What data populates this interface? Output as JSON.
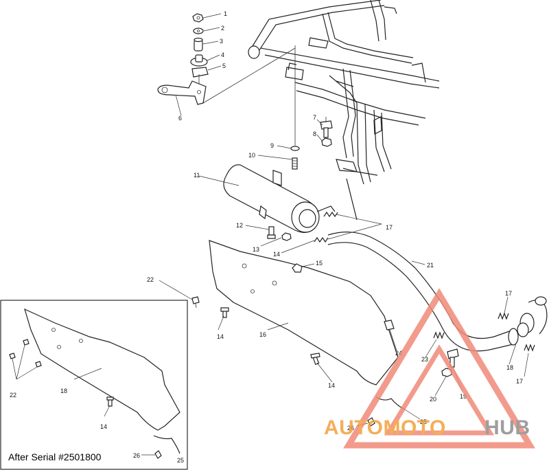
{
  "callouts": [
    {
      "id": "c1",
      "text": "1"
    },
    {
      "id": "c2",
      "text": "2"
    },
    {
      "id": "c3",
      "text": "3"
    },
    {
      "id": "c4",
      "text": "4"
    },
    {
      "id": "c5",
      "text": "5"
    },
    {
      "id": "c6",
      "text": "6"
    },
    {
      "id": "c7",
      "text": "7"
    },
    {
      "id": "c8",
      "text": "8"
    },
    {
      "id": "c9",
      "text": "9"
    },
    {
      "id": "c10",
      "text": "10"
    },
    {
      "id": "c11",
      "text": "11"
    },
    {
      "id": "c12",
      "text": "12"
    },
    {
      "id": "c13",
      "text": "13"
    },
    {
      "id": "c14a",
      "text": "14"
    },
    {
      "id": "c14b",
      "text": "14"
    },
    {
      "id": "c14c",
      "text": "14"
    },
    {
      "id": "c14d",
      "text": "14"
    },
    {
      "id": "c15",
      "text": "15"
    },
    {
      "id": "c16",
      "text": "16"
    },
    {
      "id": "c17a",
      "text": "17"
    },
    {
      "id": "c17b",
      "text": "17"
    },
    {
      "id": "c17c",
      "text": "17"
    },
    {
      "id": "c18",
      "text": "18"
    },
    {
      "id": "c18b",
      "text": "18"
    },
    {
      "id": "c19",
      "text": "19"
    },
    {
      "id": "c20",
      "text": "20"
    },
    {
      "id": "c21",
      "text": "21"
    },
    {
      "id": "c22a",
      "text": "22"
    },
    {
      "id": "c22b",
      "text": "22"
    },
    {
      "id": "c23",
      "text": "23"
    },
    {
      "id": "c24",
      "text": "24"
    },
    {
      "id": "c25",
      "text": "25"
    },
    {
      "id": "c25b",
      "text": "25"
    },
    {
      "id": "c26a",
      "text": "26"
    },
    {
      "id": "c26b",
      "text": "26"
    }
  ],
  "inset": {
    "caption": "After Serial #2501800"
  },
  "watermark": {
    "part1": "AUTOMOTO",
    "part2": "HUB",
    "accent": "#f08a78",
    "orange": "#f3a13a",
    "gray": "#8e8e8e"
  }
}
